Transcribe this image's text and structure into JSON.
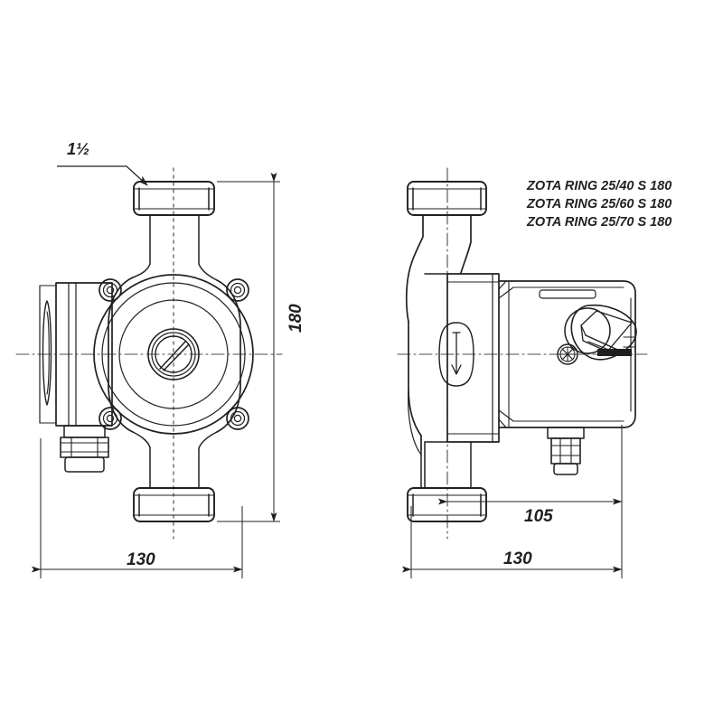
{
  "drawing": {
    "title": "ZOTA RING circulation pump dimensional drawing",
    "background_color": "#ffffff",
    "line_color": "#231f20",
    "centerline_color": "#4d4d4d",
    "text_color": "#231f20"
  },
  "models": {
    "heading": "",
    "items": [
      {
        "label": "ZOTA RING 25/40 S 180"
      },
      {
        "label": "ZOTA RING 25/60 S 180"
      },
      {
        "label": "ZOTA RING 25/70 S 180"
      }
    ]
  },
  "callouts": {
    "inlet_thread": {
      "label": "1½",
      "description": "port thread size leader"
    }
  },
  "dimensions": {
    "front_view": {
      "height": {
        "value": "180",
        "orientation": "vertical",
        "units": "mm"
      },
      "width": {
        "value": "130",
        "orientation": "horizontal",
        "units": "mm"
      }
    },
    "side_view": {
      "depth_from_center": {
        "value": "105",
        "orientation": "horizontal",
        "units": "mm"
      },
      "total_depth": {
        "value": "130",
        "orientation": "horizontal",
        "units": "mm"
      }
    }
  },
  "views": {
    "front": {
      "name": "front-view",
      "parts": [
        "top-union-flange",
        "bottom-union-flange",
        "pump-housing",
        "motor-housing-circle",
        "bolt-boss-top-left",
        "bolt-boss-top-right",
        "bolt-boss-bottom-left",
        "bolt-boss-bottom-right",
        "center-hub",
        "hub-slot",
        "terminal-box",
        "cable-gland"
      ]
    },
    "side": {
      "name": "side-view",
      "parts": [
        "top-union-flange",
        "bottom-union-flange",
        "pump-body",
        "flow-arrow-badge",
        "terminal-box",
        "speed-selector-knob",
        "cross-screw",
        "cable-gland"
      ]
    }
  }
}
